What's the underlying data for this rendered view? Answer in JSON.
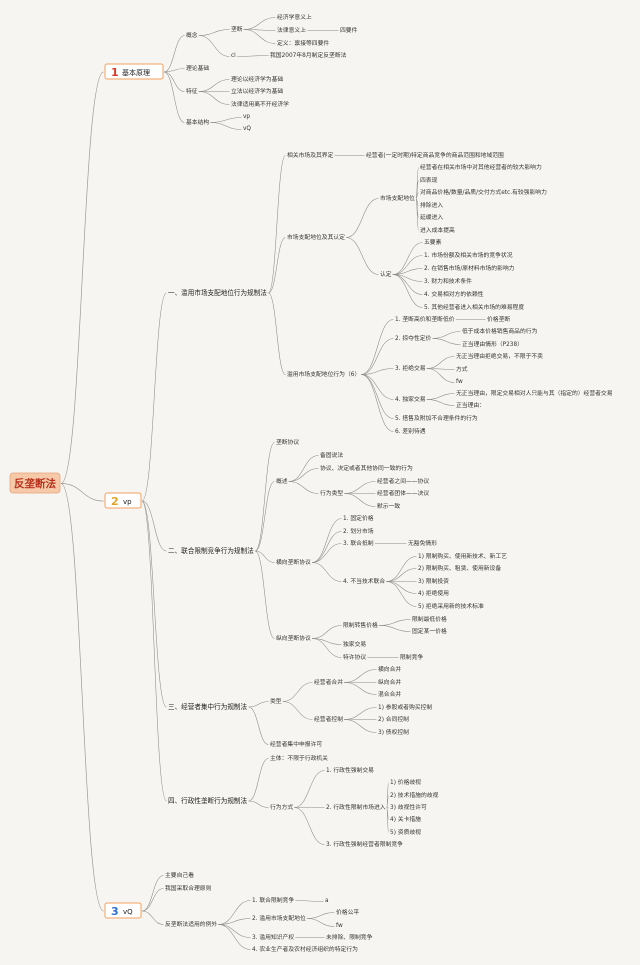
{
  "root": "反垄断法",
  "branches": [
    {
      "num": "1",
      "label": "基本原理"
    },
    {
      "num": "2",
      "label": "vp"
    },
    {
      "num": "3",
      "label": "vQ"
    }
  ],
  "b1": {
    "gainian": "概念",
    "longduan": "垄断",
    "jjx": "经济学意义上",
    "flyy": "法律意义上",
    "sys": "四要件",
    "dingyi": "定义：禀接等四要件",
    "ci": "ci",
    "woguo": "我国2007年8月制定反垄断法",
    "lilun": "理论基础",
    "tezheng": "特征",
    "tz1": "理论以经济学为基础",
    "tz2": "立法以经济学为基础",
    "tz3": "法律适用离不开经济学",
    "jiben": "基本结构",
    "vp": "vp",
    "vq": "vQ"
  },
  "b2": {
    "s1": "一、滥用市场支配地位行为规制法",
    "xg": "相关市场及其界定",
    "xg_d": "经营者(一定时期)特定商品竞争的商品范围和地域范围",
    "zpdw": "市场支配地位及其认定",
    "sczp": "市场支配地位",
    "zp": [
      "经营者在相关市场中对其他经营者的较大影响力",
      "四表现",
      "对商品价格/数量/品质/交付方式etc.有较强影响力",
      "排除进入",
      "延缓进入",
      "进入成本提高"
    ],
    "rd": "认定",
    "rd_items": [
      "五要素",
      "1. 市场份额及相关市场的竞争状况",
      "2. 在销售市场/原材料市场的影响力",
      "3. 财力和技术条件",
      "4. 交易相对方的依赖性",
      "5. 其他经营者进入相关市场的难易程度"
    ],
    "lyxw": "滥用市场支配地位行为（6）",
    "l1": "1. 垄断高价和垄断低价",
    "l1a": "价格垄断",
    "l2": "2. 掠夺性定价",
    "l2a": "低于成本价格销售商品的行为",
    "l2b": "正当理由情形（P238）",
    "l3": "3. 拒绝交易",
    "l3a": "无正当理由拒绝交易，不限于不卖",
    "l3b": "方式",
    "l3c": "fw",
    "l4": "4. 独家交易",
    "l4a": "无正当理由，限定交易相对人只能与其（指定的）经营者交易",
    "l4b": "正当理由：",
    "l5": "5. 搭售及附加不合理条件的行为",
    "l6": "6. 差别待遇",
    "s2": "二、联合限制竞争行为规制法",
    "ldxy": "垄断协议",
    "gs": "概述",
    "bj": "备固说法",
    "xy": "协议、决定或者其他协同一致的行为",
    "xwlx": "行为类型",
    "lx1": "经营者之间——协议",
    "lx2": "经营者团体——决议",
    "lx3": "默示一致",
    "hx": "横向垄断协议",
    "hx1": "1. 固定价格",
    "hx2": "2. 划分市场",
    "hx3": "3. 联合抵制",
    "hx3a": "无豁免情形",
    "hx4": "4. 不当技术联合",
    "js": [
      "1) 限制购买、使用新技术、新工艺",
      "2) 限制购买、租赁、使用新设备",
      "3) 限制投资",
      "4) 拒绝使用",
      "5) 拒绝采用新的技术标准"
    ],
    "zx": "纵向垄断协议",
    "xzzs": "限制转售价格",
    "xz1": "限制最低价格",
    "xz2": "固定某一价格",
    "djjy": "独家交易",
    "txxy": "特许协议",
    "xzjz": "限制竞争",
    "s3": "三、经营者集中行为规制法",
    "lxing": "类型",
    "jyhb": "经营者合并",
    "hb": [
      "横向合并",
      "纵向合并",
      "混合合并"
    ],
    "jykz": "经营者控制",
    "kz": [
      "1) 参股或者购买控制",
      "2) 合同控制",
      "3) 债权控制"
    ],
    "sbxk": "经营者集中申报许可",
    "s4": "四、行政性垄断行为规制法",
    "zhuti": "主体：不限于行政机关",
    "xwfs": "行为方式",
    "f1": "1. 行政性强制交易",
    "f2": "2. 行政性限制市场进入",
    "f2s": [
      "1) 价格歧视",
      "2) 技术措施的歧视",
      "3) 歧视性许可",
      "4) 关卡措施",
      "5) 资质歧视"
    ],
    "f3": "3. 行政性强制经营者限制竞争"
  },
  "b3": {
    "zy": "主要自己看",
    "wgcq": "我国采取合理原则",
    "lw": "反垄断法适用的例外",
    "e1": "1. 联合限制竞争",
    "e1a": "a",
    "e2": "2. 滥用市场支配地位",
    "e2a": "价格公平",
    "e2b": "fw",
    "e3": "3. 滥用知识产权",
    "e3a": "未排除、限制竞争",
    "e4": "4. 农业生产者及农村经济组织的特定行为"
  }
}
